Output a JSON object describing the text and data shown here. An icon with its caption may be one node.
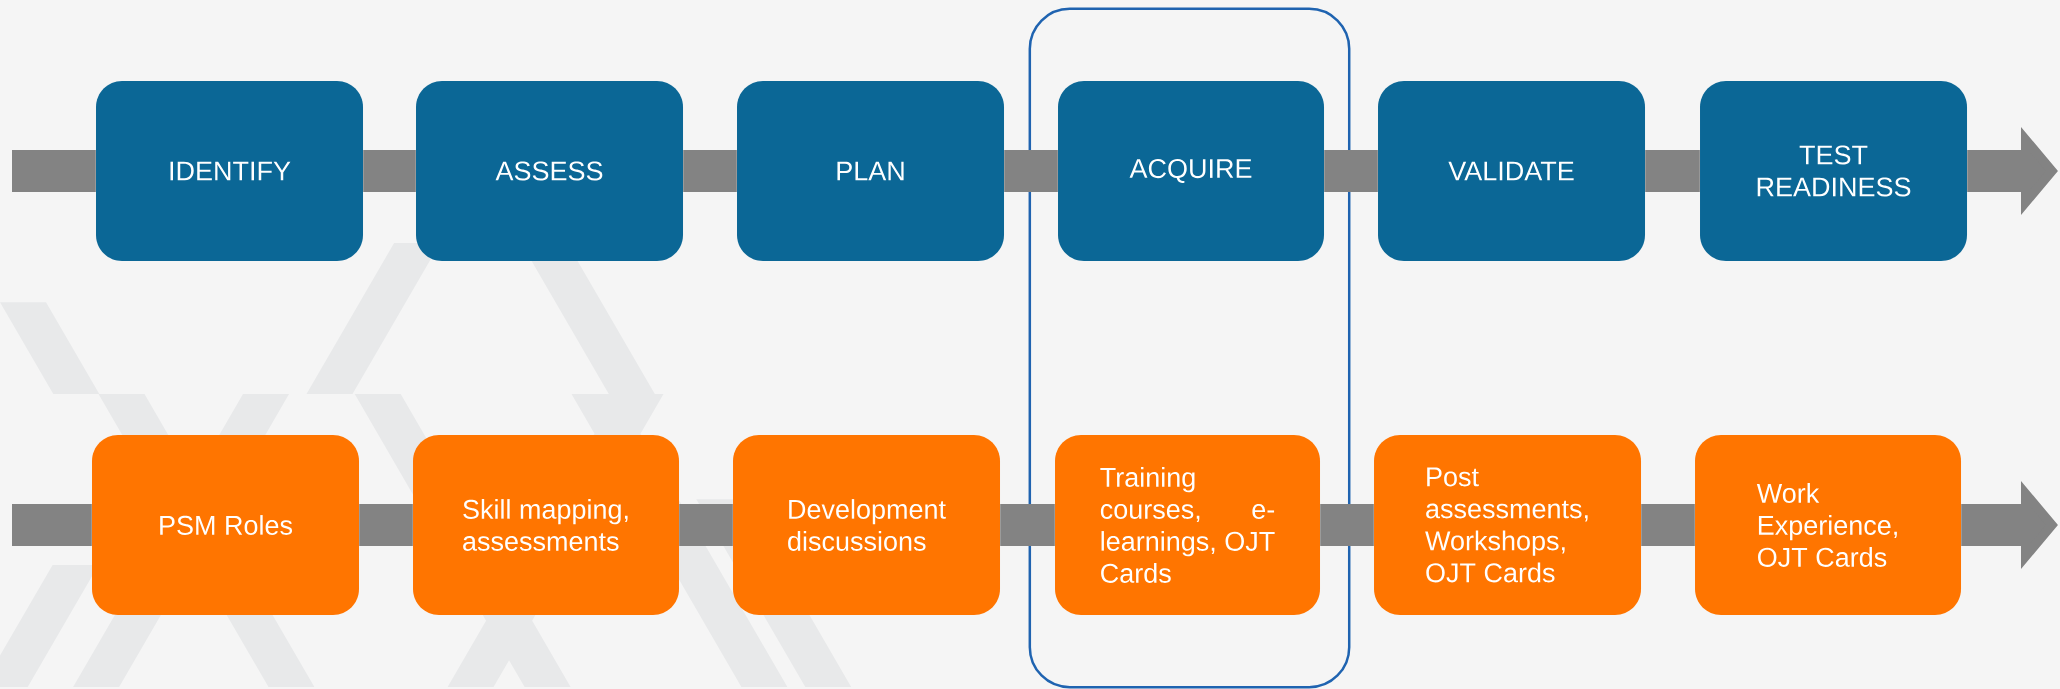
{
  "diagram": {
    "nodes": [
      {
        "text": [],
        "shape": "box"
      },
      {
        "text": [
          "IDENTIFY"
        ]
      },
      {
        "text": [
          "ASSESS"
        ]
      },
      {
        "text": [
          "PLAN"
        ]
      },
      {
        "text": [
          "ACQUIRE"
        ],
        "in": 0
      },
      {
        "text": [
          "VALIDATE"
        ]
      },
      {
        "text": [
          "TEST READINESS"
        ]
      },
      {
        "text": [
          "PSM Roles"
        ]
      },
      {
        "text": [
          "Skill mapping, assessments"
        ]
      },
      {
        "text": [
          "Development discussions"
        ]
      },
      {
        "text": [
          "Training courses, e-learnings, OJT Cards"
        ],
        "in": 0
      },
      {
        "text": [
          "Post assessments, Workshops, OJT Cards"
        ]
      },
      {
        "text": [
          "Work Experience, OJT Cards"
        ]
      }
    ],
    "edges": [
      {
        "from": null,
        "to": 1,
        "arrow": "none"
      },
      {
        "from": 1,
        "to": 2,
        "arrow": "none"
      },
      {
        "from": 2,
        "to": 3,
        "arrow": "none"
      },
      {
        "from": 3,
        "to": 4,
        "arrow": "none"
      },
      {
        "from": 4,
        "to": 5,
        "arrow": "none"
      },
      {
        "from": 5,
        "to": 6,
        "arrow": "none"
      },
      {
        "from": 6,
        "to": null,
        "arrow": "to"
      },
      {
        "from": null,
        "to": 7,
        "arrow": "none"
      },
      {
        "from": 7,
        "to": 8,
        "arrow": "none"
      },
      {
        "from": 8,
        "to": 9,
        "arrow": "none"
      },
      {
        "from": 9,
        "to": 10,
        "arrow": "none"
      },
      {
        "from": 10,
        "to": 11,
        "arrow": "none"
      },
      {
        "from": 11,
        "to": 12,
        "arrow": "none"
      },
      {
        "from": 12,
        "to": null,
        "arrow": "to"
      }
    ]
  }
}
